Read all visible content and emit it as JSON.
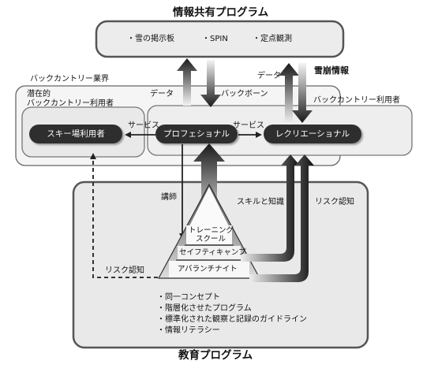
{
  "info_program": {
    "title": "情報共有プログラム",
    "items": [
      "・雪の掲示板",
      "・SPIN",
      "・定点観測"
    ]
  },
  "avalanche_info": "雪崩情報",
  "industry": {
    "label": "バックカントリー業界"
  },
  "users_area": {
    "label": "バックカントリー利用者"
  },
  "latent": {
    "label_line1": "潜在的",
    "label_line2": "バックカントリー利用者"
  },
  "nodes": {
    "ski_area_users": "スキー場利用者",
    "professional": "プロフェショナル",
    "recreational": "レクリエーショナル"
  },
  "arrow_labels": {
    "data_left": "データ",
    "backbone": "バックボーン",
    "data_right": "データ",
    "service_left": "サービス",
    "service_right": "サービス",
    "instructor": "講師",
    "skills_knowledge": "スキルと知識",
    "risk_awareness_right": "リスク認知",
    "risk_awareness_left": "リスク認知"
  },
  "pyramid": {
    "top": "トレーニング",
    "top2": "スクール",
    "middle": "セイフティキャンプ",
    "bottom": "アバランチナイト"
  },
  "edu_program": {
    "title": "教育プログラム",
    "items": [
      "・同一コンセプト",
      "・階層化させたプログラム",
      "・標準化された観察と記録のガイドライン",
      "・情報リテラシー"
    ]
  }
}
